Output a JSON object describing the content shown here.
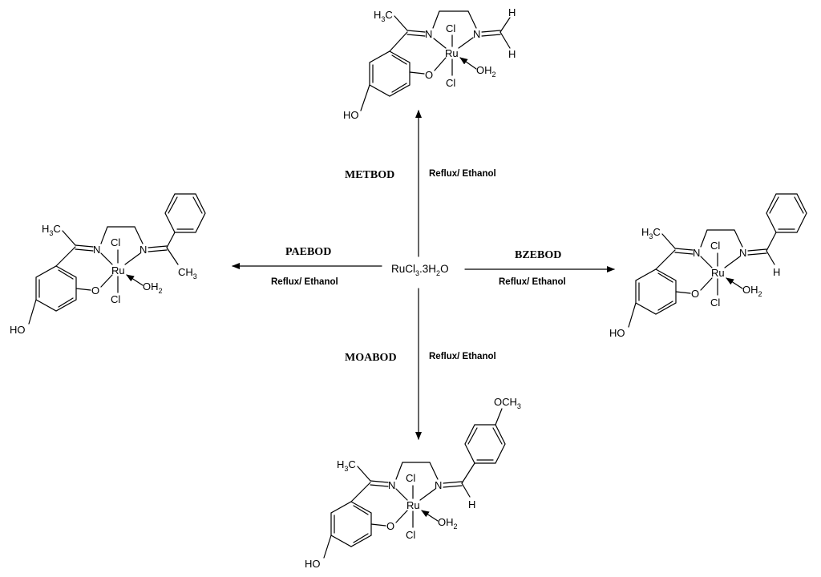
{
  "center": {
    "pre": "RuCl",
    "sub1": "3",
    "mid": ".3H",
    "sub2": "2",
    "post": "O"
  },
  "reactions": [
    {
      "ligand": "METBOD",
      "condition": "Reflux/ Ethanol"
    },
    {
      "ligand": "PAEBOD",
      "condition": "Reflux/ Ethanol"
    },
    {
      "ligand": "BZEBOD",
      "condition": "Reflux/ Ethanol"
    },
    {
      "ligand": "MOABOD",
      "condition": "Reflux/ Ethanol"
    }
  ],
  "atoms": {
    "methyl": "H",
    "c": "C",
    "three": "3",
    "n": "N",
    "cl": "Cl",
    "ru": "Ru",
    "o": "O",
    "oh2_o": "OH",
    "two": "2",
    "ho": "HO",
    "h": "H",
    "ch3": "CH",
    "och3": "OCH"
  }
}
